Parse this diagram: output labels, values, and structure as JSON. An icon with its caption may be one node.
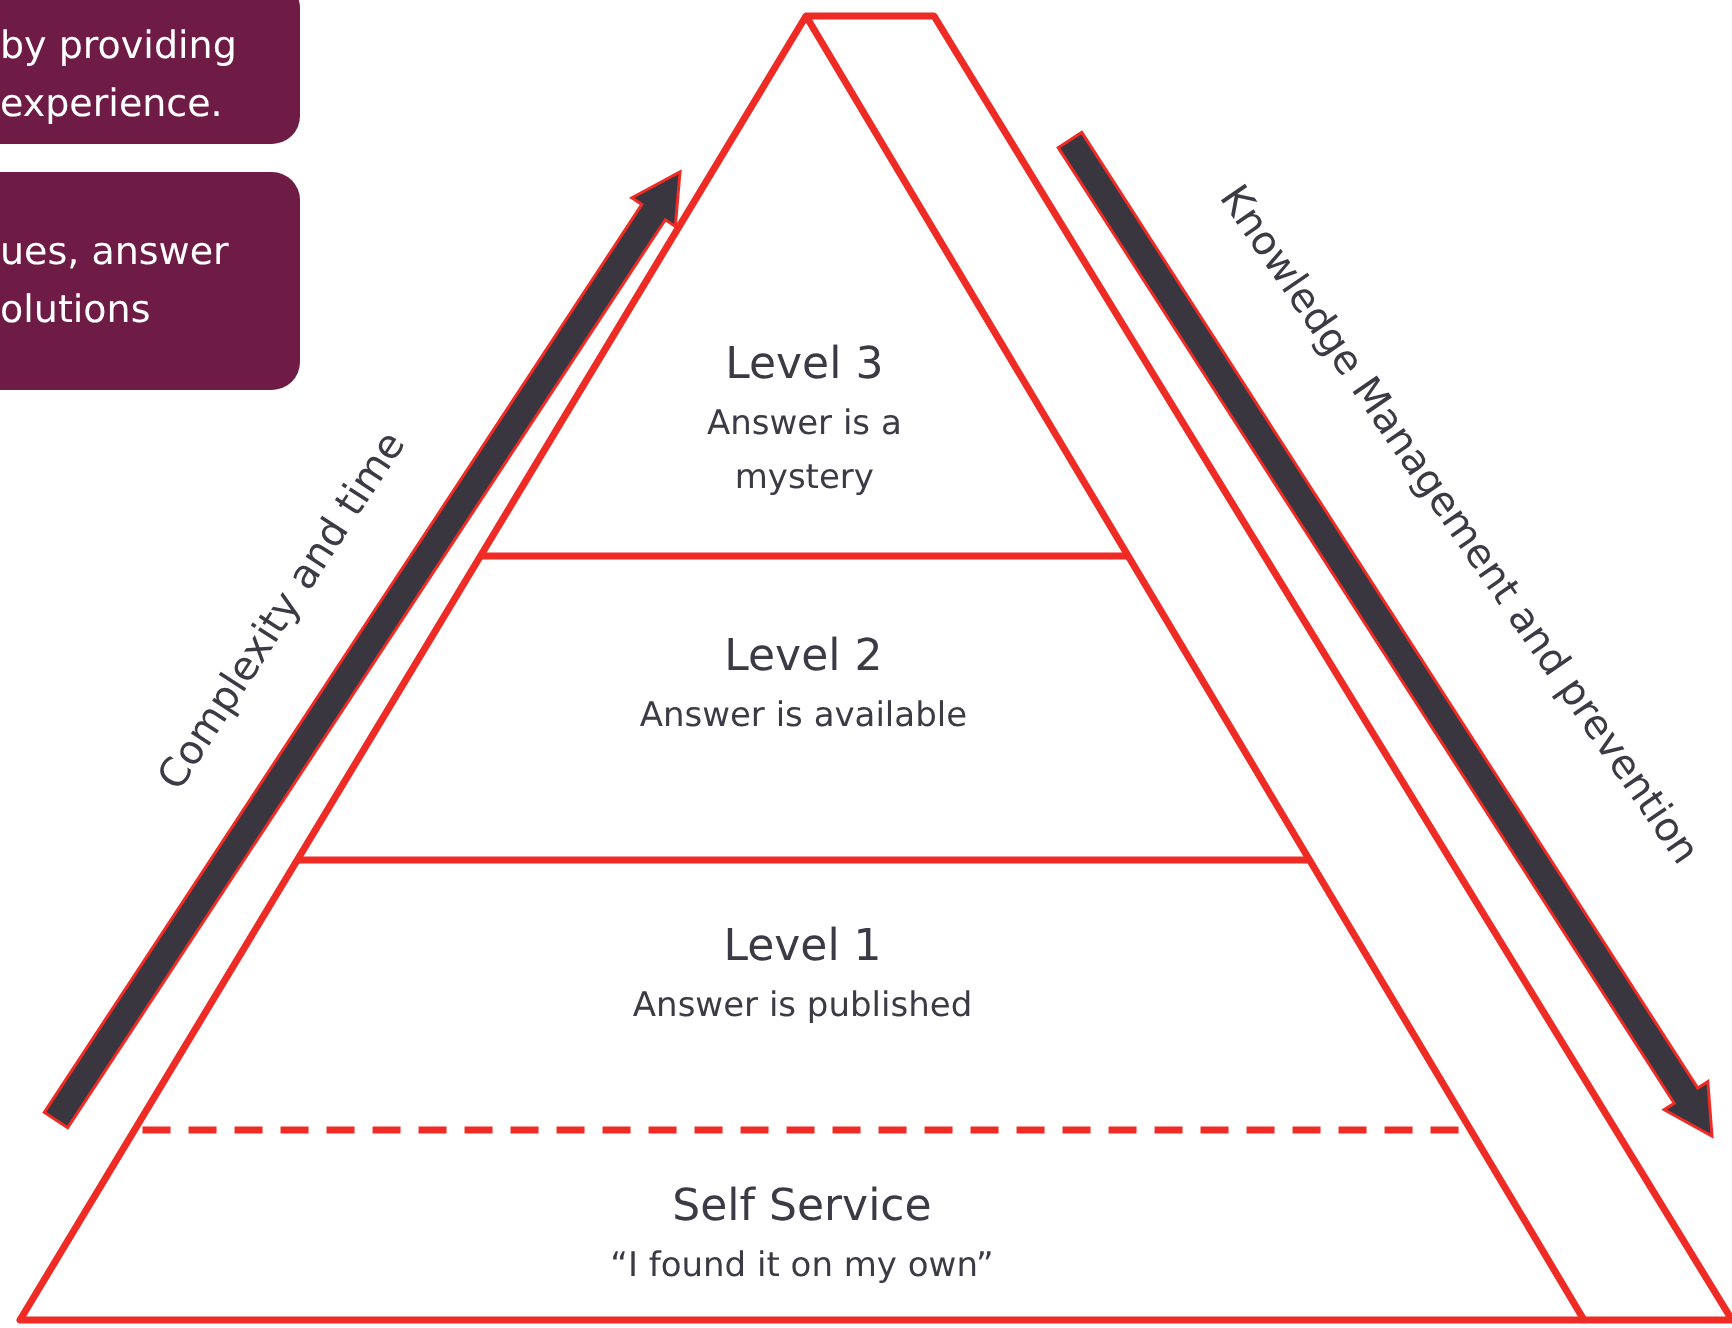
{
  "diagram": {
    "nodes": [
      {
        "text": [
          "by providing experience."
        ]
      },
      {
        "text": [
          "ues, answer olutions"
        ]
      },
      {
        "text": [
          "Level 3",
          "Answer is a mystery"
        ]
      },
      {
        "text": [
          "Level 2",
          "Answer is available"
        ]
      },
      {
        "text": [
          "Level 1",
          "Answer is published"
        ]
      },
      {
        "text": [
          "Self Service",
          "“I found it on my own”"
        ]
      }
    ],
    "labels": [
      "Complexity and time",
      "Knowledge Management and prevention"
    ]
  }
}
